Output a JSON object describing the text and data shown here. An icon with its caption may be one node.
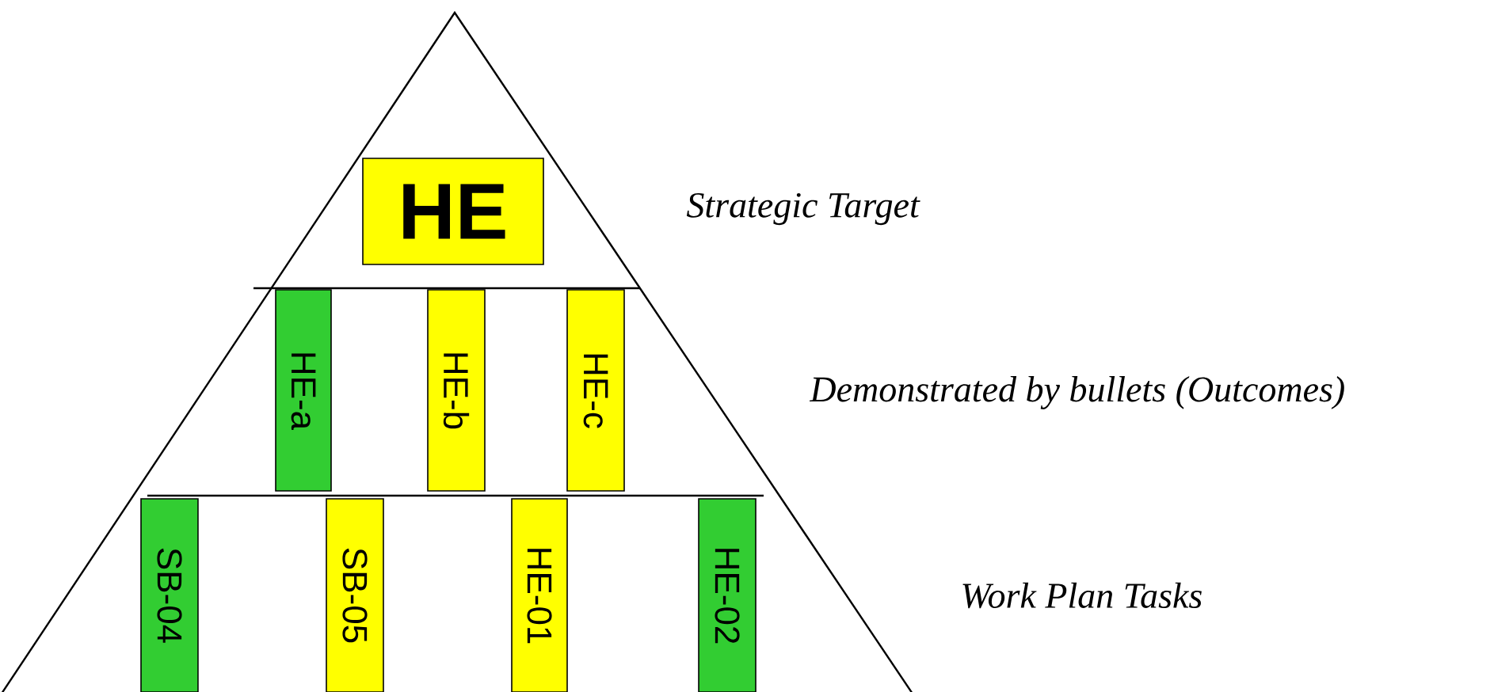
{
  "diagram": {
    "nodes": [
      {
        "text": [
          "HE"
        ]
      },
      {
        "text": [
          "HE-a"
        ]
      },
      {
        "text": [
          "HE-b"
        ]
      },
      {
        "text": [
          "HE-c"
        ]
      },
      {
        "text": [
          "SB-04"
        ]
      },
      {
        "text": [
          "SB-05"
        ]
      },
      {
        "text": [
          "HE-01"
        ]
      },
      {
        "text": [
          "HE-02"
        ]
      }
    ],
    "edges": [],
    "labels": [
      "Strategic Target",
      "Demonstrated by bullets (Outcomes)",
      "Work Plan Tasks"
    ]
  }
}
